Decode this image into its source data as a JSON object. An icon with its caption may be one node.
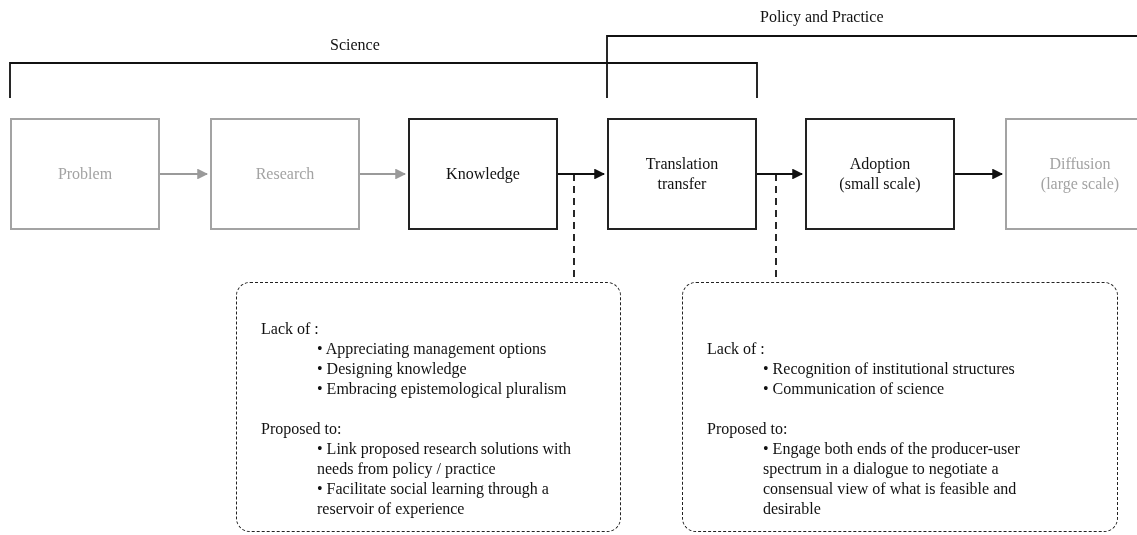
{
  "diagram": {
    "nodes": [
      {
        "text": [
          "Problem"
        ]
      },
      {
        "text": [
          "Research"
        ]
      },
      {
        "text": [
          "Knowledge"
        ]
      },
      {
        "text": [
          "Translation transfer"
        ]
      },
      {
        "text": [
          "Adoption (small scale)"
        ]
      },
      {
        "text": [
          "Diffusion (large scale)"
        ]
      },
      {
        "text": [
          "Lack of :",
          "• Appreciating management options",
          "• Designing knowledge",
          "• Embracing epistemological pluralism",
          "Proposed to:",
          "• Link proposed research solutions with needs from policy / practice",
          "• Facilitate social learning through a reservoir of experience"
        ]
      },
      {
        "text": [
          "Lack of :",
          "• Recognition of institutional structures",
          "• Communication of science",
          "Proposed to:",
          "• Engage both ends of the producer-user spectrum in a dialogue to negotiate a consensual view of what is feasible and desirable"
        ]
      }
    ],
    "edges": [
      {
        "from": 0,
        "to": 1,
        "arrow": "to",
        "color": "#9a9a9a"
      },
      {
        "from": 1,
        "to": 2,
        "arrow": "to",
        "color": "#9a9a9a"
      },
      {
        "from": 2,
        "to": 3,
        "arrow": "to"
      },
      {
        "from": 3,
        "to": 4,
        "arrow": "to"
      },
      {
        "from": 4,
        "to": 5,
        "arrow": "to"
      },
      {
        "from": null,
        "to": 6,
        "arrow": "none",
        "style": "dashed"
      },
      {
        "from": null,
        "to": 7,
        "arrow": "none",
        "style": "dashed"
      }
    ],
    "labels": [
      "Policy and Practice",
      "Science"
    ]
  }
}
